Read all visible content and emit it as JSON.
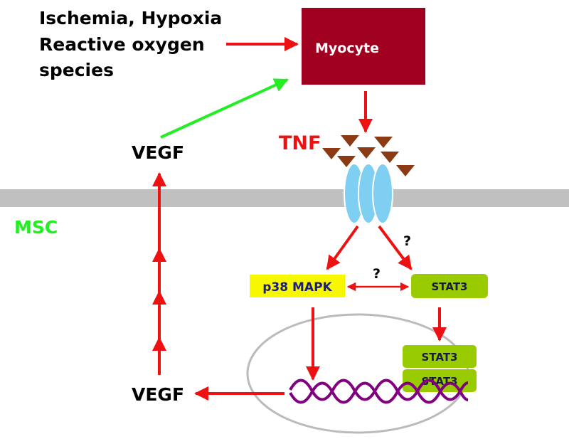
{
  "labels": {
    "stimulus_line1": "Ischemia, Hypoxia",
    "stimulus_line2": "Reactive oxygen",
    "stimulus_line3": "species",
    "myocyte": "Myocyte",
    "tnf": "TNF",
    "vegf_top": "VEGF",
    "vegf_bottom": "VEGF",
    "msc": "MSC",
    "p38": "p38 MAPK",
    "stat3": "STAT3",
    "stat3_dimer_top": "STAT3",
    "stat3_dimer_bottom": "STAT3",
    "q_receptor_stat3": "?",
    "q_p38_stat3": "?"
  },
  "colors": {
    "myocyte_fill": "#a00020",
    "membrane": "#c0c0c0",
    "receptor": "#7fcff2",
    "tnf_ligand": "#8b3a14",
    "arrow_red": "#ee1111",
    "arrow_green": "#22ee22",
    "p38_fill": "#f7f700",
    "stat3_fill": "#99cc00",
    "dna": "#800080",
    "nucleus_outline": "#bbbbbb",
    "msc_text": "#22ee22",
    "tnf_text": "#ee1111"
  }
}
